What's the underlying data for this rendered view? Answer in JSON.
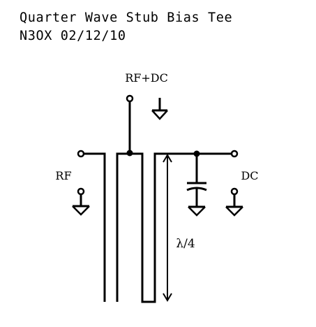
{
  "header": {
    "title": "Quarter Wave Stub Bias Tee",
    "subtitle": "N3OX 02/12/10"
  },
  "diagram": {
    "labels": {
      "rf_dc": "RF+DC",
      "rf": "RF",
      "dc": "DC",
      "stub_length": "λ/4"
    },
    "colors": {
      "line": "#000000",
      "background": "#ffffff"
    }
  }
}
